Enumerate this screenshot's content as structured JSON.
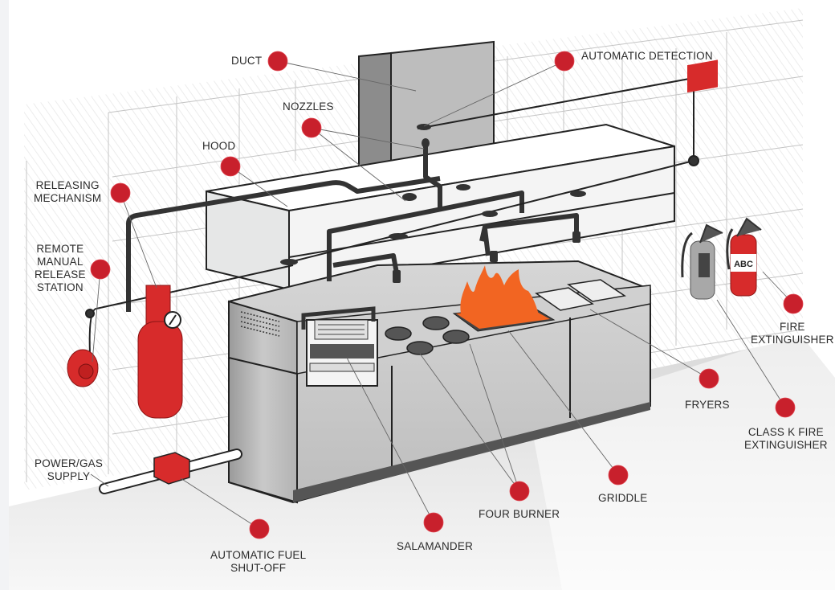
{
  "title": "Commercial Kitchen Fire Suppression System",
  "accent_color": "#c8202c",
  "flame_color": "#f26522",
  "labels": {
    "duct": "DUCT",
    "automatic_detection": "AUTOMATIC DETECTION",
    "nozzles": "NOZZLES",
    "hood": "HOOD",
    "releasing_mechanism": "RELEASING\nMECHANISM",
    "remote_manual_release_station": "REMOTE\nMANUAL\nRELEASE\nSTATION",
    "fire_extinguisher": "FIRE\nEXTINGUISHER",
    "fryers": "FRYERS",
    "class_k_fire_extinguisher": "CLASS K FIRE\nEXTINGUISHER",
    "power_gas_supply": "POWER/GAS\nSUPPLY",
    "automatic_fuel_shutoff": "AUTOMATIC FUEL\nSHUT-OFF",
    "salamander": "SALAMANDER",
    "four_burner": "FOUR BURNER",
    "griddle": "GRIDDLE"
  },
  "extinguisher_tag": "ABC"
}
